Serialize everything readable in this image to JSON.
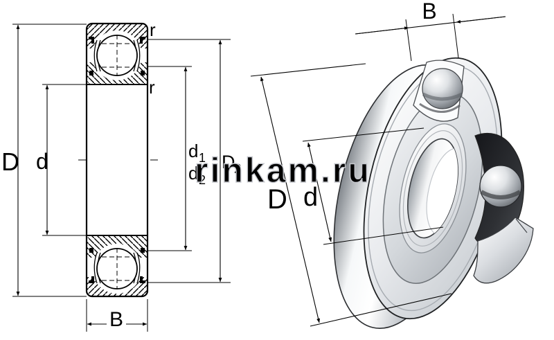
{
  "watermark": {
    "text": "rinkam.ru",
    "outline_color": "#c5c7cd"
  },
  "colors": {
    "line": "#000000",
    "metal_light": "#ffffff",
    "metal_mid": "#c9cdd2",
    "metal_dark": "#8a8f95",
    "cavity_dark": "#1b1c1f"
  },
  "cross_section_view": {
    "description": "ball bearing cross-section with shields",
    "labels": {
      "outer_diameter": "D",
      "bore_diameter": "d",
      "shoulder_diameter_1": {
        "base": "d",
        "sub": "1"
      },
      "shoulder_diameter_2": {
        "base": "d",
        "sub": "2"
      },
      "recess_diameter": {
        "base": "D",
        "sub": "2"
      },
      "fillet_radius_top": "r",
      "fillet_radius_bottom": "r",
      "width": "B"
    }
  },
  "perspective_view": {
    "description": "3D cutaway view of shielded ball bearing",
    "labels": {
      "width": "B",
      "outer_diameter": "D",
      "bore_diameter": "d"
    }
  }
}
